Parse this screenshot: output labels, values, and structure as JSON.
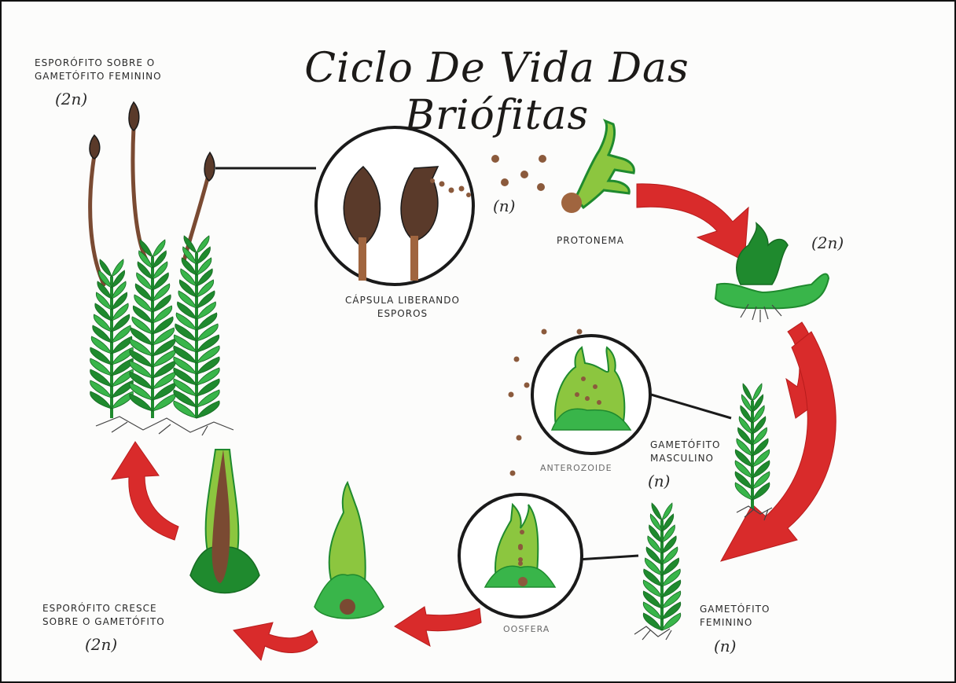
{
  "title": "Ciclo De Vida Das Briófitas",
  "labels": {
    "sporophyte_on_female": [
      "ESPORÓFITO SOBRE O",
      "GAMETÓFITO FEMININO"
    ],
    "capsule": [
      "CÁPSULA LIBERANDO",
      "ESPOROS"
    ],
    "protonema": "PROTONEMA",
    "male_gametophyte": [
      "GAMETÓFITO",
      "MASCULINO"
    ],
    "antherozoid": "ANTEROZOIDE",
    "female_gametophyte": [
      "GAMETÓFITO",
      "FEMININO"
    ],
    "oosphere": "OOSFERA",
    "sporophyte_grows": [
      "ESPORÓFITO CRESCE",
      "SOBRE O GAMETÓFITO"
    ]
  },
  "ploidy": {
    "sporophyte_on_female": "(2n)",
    "spores": "(n)",
    "young_gametophyte": "(2n)",
    "male_gametophyte": "(n)",
    "female_gametophyte": "(n)",
    "sporophyte_grows": "(2n)"
  },
  "colors": {
    "moss_dark": "#1f8a2e",
    "moss_light": "#39b54a",
    "moss_pale": "#8cc63f",
    "brown": "#5a3a2a",
    "arrow_red": "#d92b2b",
    "outline": "#1a1a1a"
  }
}
